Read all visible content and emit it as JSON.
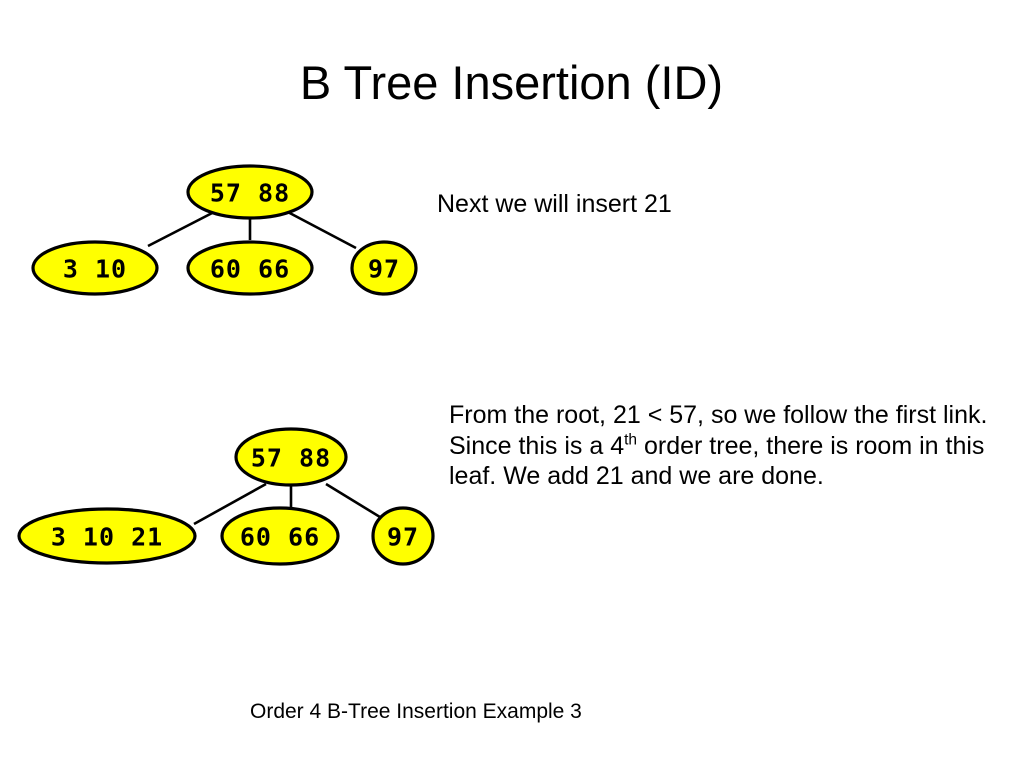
{
  "slide": {
    "title": "B Tree Insertion (ID)",
    "footer": "Order 4 B-Tree Insertion Example 3",
    "background_color": "#ffffff",
    "text_color": "#000000"
  },
  "captions": {
    "top": "Next we will insert 21",
    "bottom_line1": "From the root, 21 < 57, so we",
    "bottom_line2": "follow the first link. Since this is a",
    "bottom_line3_pre": "4",
    "bottom_line3_sup": "th",
    "bottom_line3_post": " order tree, there is room in this",
    "bottom_line4": "leaf. We add 21 and we are done."
  },
  "node_style": {
    "fill_color": "#ffff00",
    "stroke_color": "#000000"
  },
  "chart_data": {
    "type": "diagram",
    "title": "B Tree Insertion (ID)",
    "subtype": "b-tree",
    "order": 4,
    "inserted_key": 21,
    "trees": [
      {
        "name": "before-insertion",
        "caption": "Next we will insert 21",
        "root": {
          "keys": [
            "57",
            "88"
          ]
        },
        "children": [
          {
            "keys": [
              "3",
              "10"
            ]
          },
          {
            "keys": [
              "60",
              "66"
            ]
          },
          {
            "keys": [
              "97"
            ]
          }
        ]
      },
      {
        "name": "after-insertion",
        "caption": "From the root, 21 < 57, so we follow the first link. Since this is a 4th order tree, there is room in this leaf. We add 21 and we are done.",
        "root": {
          "keys": [
            "57",
            "88"
          ]
        },
        "children": [
          {
            "keys": [
              "3",
              "10",
              "21"
            ]
          },
          {
            "keys": [
              "60",
              "66"
            ]
          },
          {
            "keys": [
              "97"
            ]
          }
        ]
      }
    ]
  },
  "tree_top": {
    "root_label": "57  88",
    "child1_label": "3  10",
    "child2_label": "60  66",
    "child3_label": "97"
  },
  "tree_bottom": {
    "root_label": "57  88",
    "child1_label": "3  10  21",
    "child2_label": "60  66",
    "child3_label": "97"
  }
}
